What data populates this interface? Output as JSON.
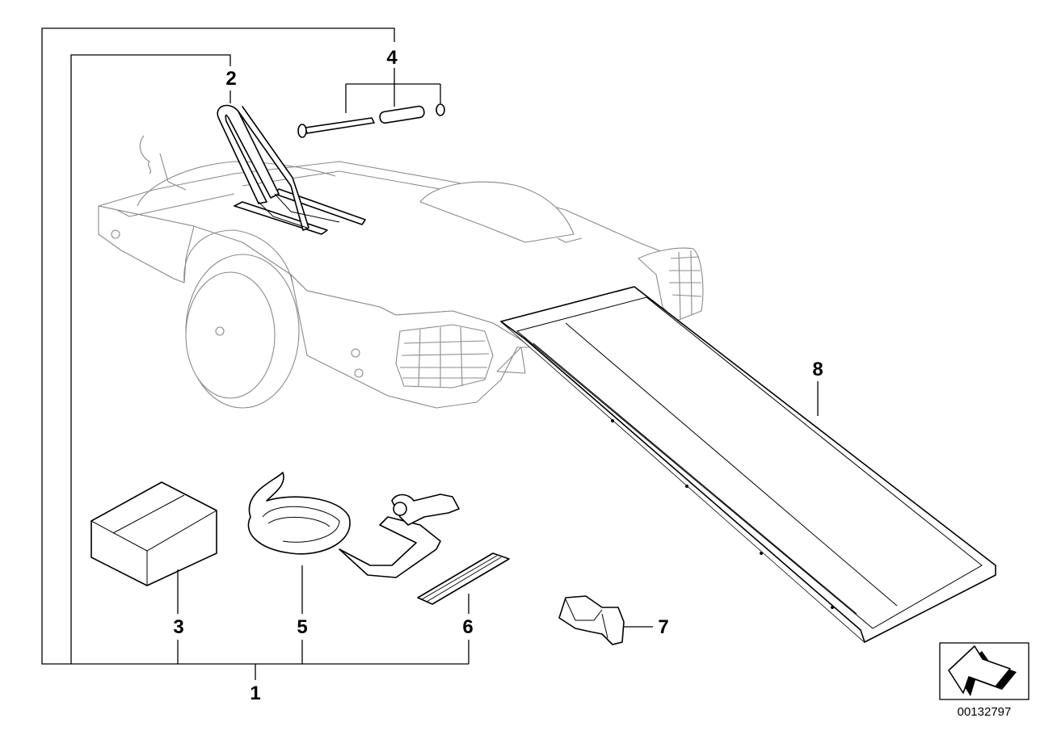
{
  "diagram": {
    "callouts": [
      {
        "id": "c1",
        "label": "1"
      },
      {
        "id": "c2",
        "label": "2"
      },
      {
        "id": "c3",
        "label": "3"
      },
      {
        "id": "c4",
        "label": "4"
      },
      {
        "id": "c5",
        "label": "5"
      },
      {
        "id": "c6",
        "label": "6"
      },
      {
        "id": "c7",
        "label": "7"
      },
      {
        "id": "c8",
        "label": "8"
      }
    ],
    "document_number": "00132797"
  }
}
